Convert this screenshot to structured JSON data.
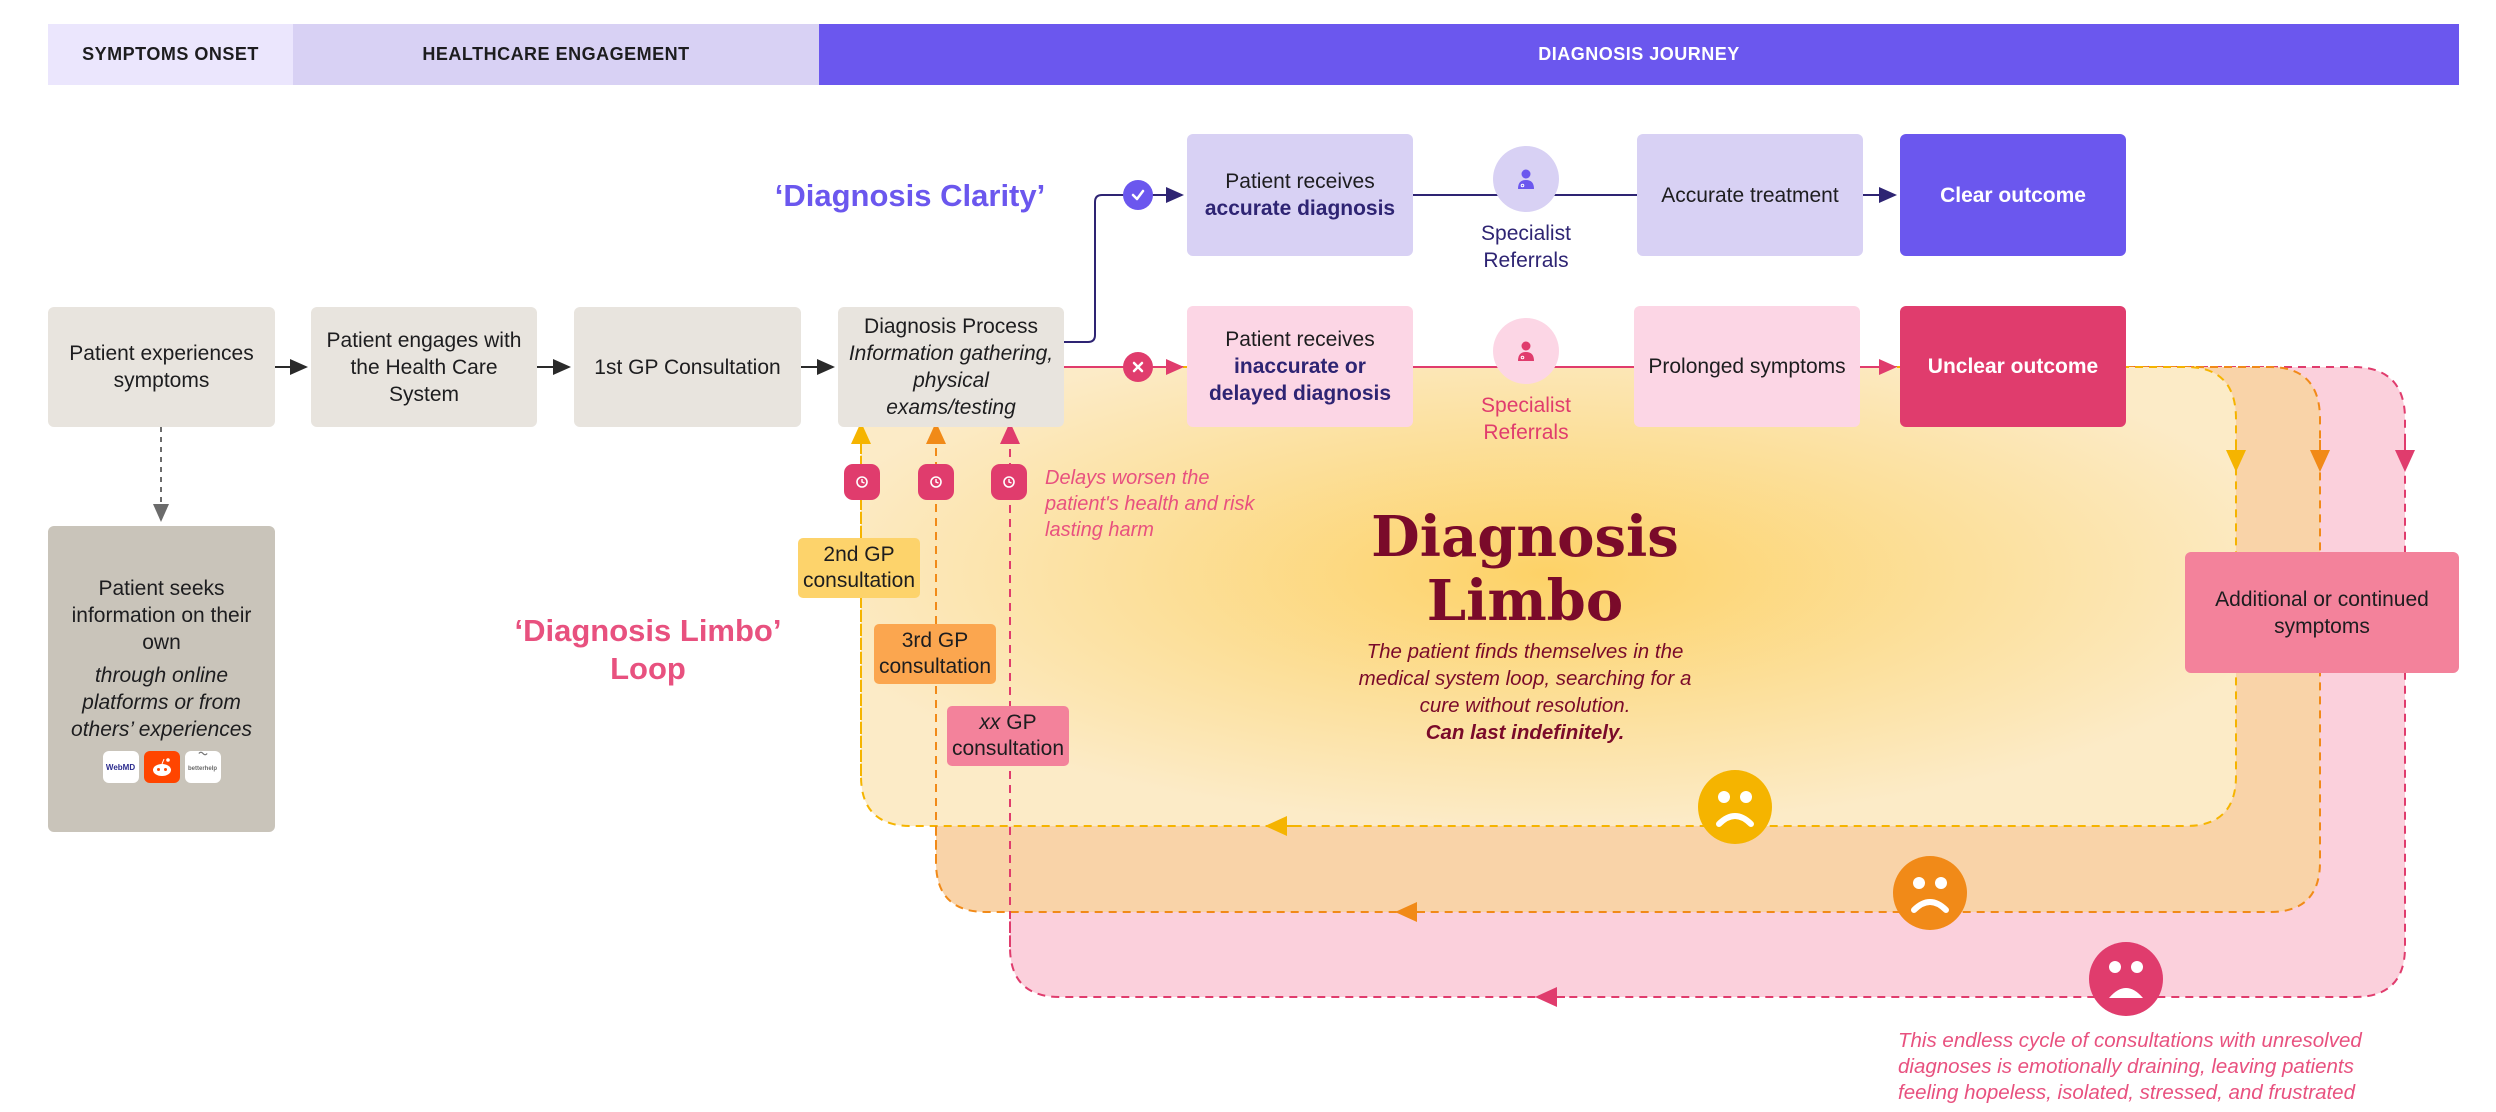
{
  "header": {
    "segments": [
      {
        "label": "SYMPTOMS ONSET",
        "color": "#ebe6fd"
      },
      {
        "label": "HEALTHCARE ENGAGEMENT",
        "color": "#d8d1f4"
      },
      {
        "label": "DIAGNOSIS JOURNEY",
        "color": "#6b57ee"
      }
    ]
  },
  "flow": {
    "experiences": "Patient experiences symptoms",
    "engages": "Patient engages with the Health Care System",
    "first_gp": "1st GP Consultation",
    "process_title": "Diagnosis Process",
    "process_detail": "Information gathering, physical exams/testing",
    "seek_title": "Patient seeks information on their own",
    "seek_detail": "through online platforms or from others’ experiences",
    "apps": [
      "WebMD",
      "reddit",
      "betterhelp"
    ]
  },
  "clarity": {
    "label": "‘Diagnosis Clarity’",
    "receives": "Patient receives",
    "receives_bold": "accurate diagnosis",
    "referrals": "Specialist Referrals",
    "treatment": "Accurate treatment",
    "outcome": "Clear outcome",
    "color": "#6b57ee"
  },
  "limbo_path": {
    "receives": "Patient receives",
    "receives_bold": "inaccurate or delayed diagnosis",
    "referrals": "Specialist Referrals",
    "prolonged": "Prolonged symptoms",
    "outcome": "Unclear outcome",
    "color": "#e03c6d"
  },
  "limbo": {
    "loop_label": "‘Diagnosis Limbo’ Loop",
    "delay_note": "Delays worsen the patient's health and risk lasting harm",
    "consultations": [
      {
        "prefix": "",
        "label": "2nd GP",
        "sub": "consultation",
        "color": "#fdd36b"
      },
      {
        "prefix": "",
        "label": "3rd GP",
        "sub": "consultation",
        "color": "#fba64f"
      },
      {
        "prefix": "xx",
        "label": " GP",
        "sub": "consultation",
        "color": "#f3829b"
      }
    ],
    "title_line1": "Diagnosis",
    "title_line2": "Limbo",
    "desc": "The patient finds themselves in the medical system loop, searching for a cure without resolution.",
    "desc_bold": "Can last indefinitely.",
    "additional": "Additional or continued symptoms",
    "emotional_note": "This endless cycle of consultations with unresolved diagnoses is emotionally draining, leaving patients feeling hopeless, isolated, stressed, and frustrated",
    "loop_colors": [
      "#f5b400",
      "#f18a18",
      "#e03c6d"
    ]
  },
  "icons": {
    "check": "check-icon",
    "cross": "close-icon",
    "doctor": "doctor-icon",
    "clock": "clock-icon",
    "sad": "sad-face-icon"
  }
}
